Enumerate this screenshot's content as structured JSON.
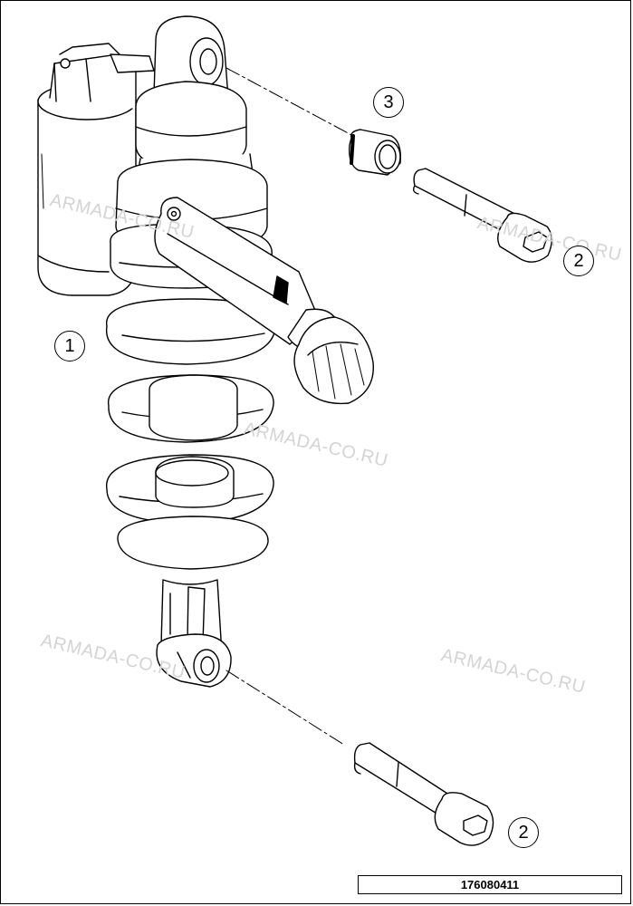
{
  "watermarks": [
    "ARMADA-CO.RU",
    "ARMADA-CO.RU",
    "ARMADA-CO.RU",
    "ARMADA-CO.RU",
    "ARMADA-CO.RU"
  ],
  "callouts": {
    "shock_absorber": "1",
    "bolt_upper": "2",
    "bolt_lower": "2",
    "bushing": "3"
  },
  "diagram_number": "176080411"
}
